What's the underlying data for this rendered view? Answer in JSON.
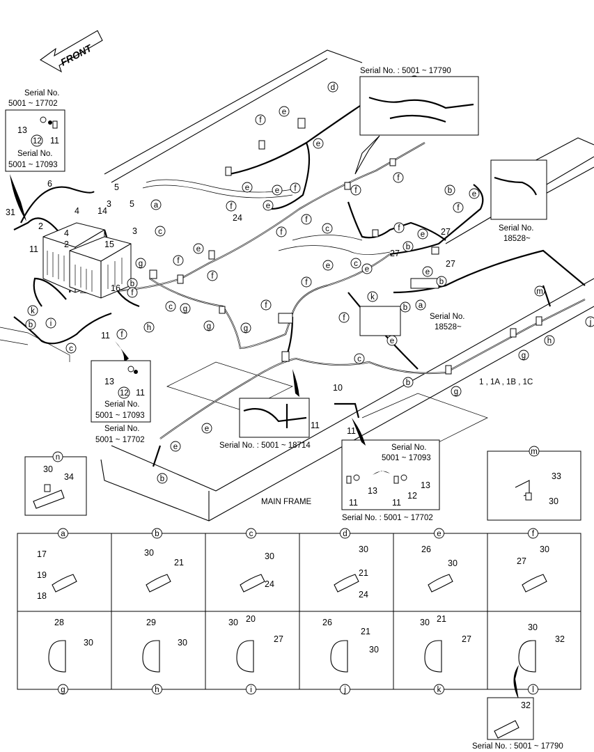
{
  "front_label": "FRONT",
  "main_frame_label": "MAIN FRAME",
  "serial_notes": {
    "top_right": "Serial No. : 5001 ~ 17790",
    "top_left_title": "Serial No.",
    "top_left_range": "5001 ~ 17702",
    "top_left_inner_title": "Serial No.",
    "top_left_inner_range": "5001 ~ 17093",
    "right_b": "Serial No.",
    "right_b_range": "18528~",
    "mid_right": "Serial No.",
    "mid_right_range": "18528~",
    "mid_box_title": "Serial No.",
    "mid_box_range": "5001 ~ 17093",
    "mid_box_outer_title": "Serial No.",
    "mid_box_outer_range": "5001 ~ 17702",
    "center_box": "Serial No. : 5001 ~ 18714",
    "right_box_title": "Serial No.",
    "right_box_range": "5001 ~ 17093",
    "right_box_outer": "Serial No. : 5001 ~ 17702",
    "bottom_l": "Serial No. : 5001 ~ 17790"
  },
  "harness_label": "1 , 1A , 1B , 1C",
  "callout_letters": [
    "a",
    "b",
    "c",
    "d",
    "e",
    "f",
    "g",
    "h",
    "i",
    "j",
    "k",
    "l",
    "m",
    "n"
  ],
  "part_numbers": [
    "2",
    "3",
    "4",
    "5",
    "6",
    "10",
    "11",
    "12",
    "13",
    "14",
    "15",
    "16",
    "24",
    "27",
    "30",
    "31",
    "32",
    "33",
    "34"
  ],
  "detail_grid": {
    "top_row": [
      {
        "letter": "a",
        "parts": [
          "17",
          "19",
          "18"
        ]
      },
      {
        "letter": "b",
        "parts": [
          "30",
          "21"
        ]
      },
      {
        "letter": "c",
        "parts": [
          "30",
          "24"
        ]
      },
      {
        "letter": "d",
        "parts": [
          "30",
          "21",
          "24"
        ]
      },
      {
        "letter": "e",
        "parts": [
          "26",
          "30"
        ]
      },
      {
        "letter": "f",
        "parts": [
          "30",
          "27"
        ]
      }
    ],
    "bottom_row": [
      {
        "letter": "g",
        "parts": [
          "28",
          "30"
        ]
      },
      {
        "letter": "h",
        "parts": [
          "29",
          "30"
        ]
      },
      {
        "letter": "i",
        "parts": [
          "30",
          "20",
          "27"
        ]
      },
      {
        "letter": "j",
        "parts": [
          "26",
          "21",
          "30"
        ]
      },
      {
        "letter": "k",
        "parts": [
          "30",
          "21",
          "27"
        ]
      },
      {
        "letter": "l",
        "parts": [
          "30",
          "32"
        ]
      }
    ]
  },
  "detail_n": {
    "letter": "n",
    "parts": [
      "30",
      "34"
    ]
  },
  "detail_m": {
    "letter": "m",
    "parts": [
      "33",
      "30"
    ]
  },
  "detail_l_sub": {
    "parts": [
      "32"
    ]
  },
  "left_box_parts": [
    "13",
    "12",
    "11"
  ],
  "mid_box_parts": [
    "13",
    "12",
    "11"
  ],
  "right_box_parts": [
    "11",
    "13",
    "11",
    "12",
    "13"
  ]
}
